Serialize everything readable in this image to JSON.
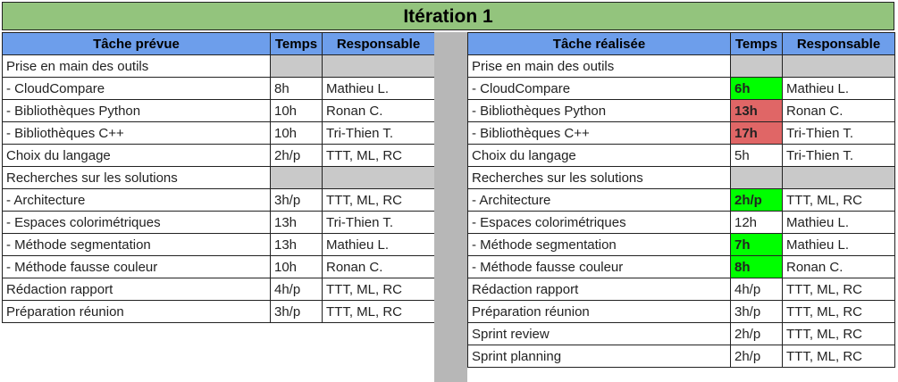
{
  "title": "Itération 1",
  "planned": {
    "headers": {
      "task": "Tâche prévue",
      "time": "Temps",
      "owner": "Responsable"
    },
    "rows": [
      {
        "task": "Prise en main des outils",
        "time": "",
        "owner": "",
        "sub": false,
        "group": true
      },
      {
        "task": "- CloudCompare",
        "time": "8h",
        "owner": "Mathieu L.",
        "sub": true
      },
      {
        "task": "- Bibliothèques Python",
        "time": "10h",
        "owner": "Ronan C.",
        "sub": true
      },
      {
        "task": "- Bibliothèques C++",
        "time": "10h",
        "owner": "Tri-Thien T.",
        "sub": true
      },
      {
        "task": "Choix du langage",
        "time": "2h/p",
        "owner": "TTT, ML, RC",
        "sub": false
      },
      {
        "task": "Recherches sur les solutions",
        "time": "",
        "owner": "",
        "sub": false,
        "group": true
      },
      {
        "task": "- Architecture",
        "time": "3h/p",
        "owner": "TTT, ML, RC",
        "sub": true
      },
      {
        "task": "- Espaces colorimétriques",
        "time": "13h",
        "owner": "Tri-Thien T.",
        "sub": true
      },
      {
        "task": "- Méthode segmentation",
        "time": "13h",
        "owner": "Mathieu L.",
        "sub": true
      },
      {
        "task": "- Méthode fausse couleur",
        "time": "10h",
        "owner": "Ronan C.",
        "sub": true
      },
      {
        "task": "Rédaction rapport",
        "time": "4h/p",
        "owner": "TTT, ML, RC",
        "sub": false
      },
      {
        "task": "Préparation réunion",
        "time": "3h/p",
        "owner": "TTT, ML, RC",
        "sub": false
      }
    ]
  },
  "actual": {
    "headers": {
      "task": "Tâche réalisée",
      "time": "Temps",
      "owner": "Responsable"
    },
    "rows": [
      {
        "task": "Prise en main des outils",
        "time": "",
        "owner": "",
        "sub": false,
        "group": true
      },
      {
        "task": "- CloudCompare",
        "time": "6h",
        "owner": "Mathieu L.",
        "sub": true,
        "status": "green"
      },
      {
        "task": "- Bibliothèques Python",
        "time": "13h",
        "owner": "Ronan C.",
        "sub": true,
        "status": "red"
      },
      {
        "task": "- Bibliothèques C++",
        "time": "17h",
        "owner": "Tri-Thien T.",
        "sub": true,
        "status": "red"
      },
      {
        "task": "Choix du langage",
        "time": "5h",
        "owner": "Tri-Thien T.",
        "sub": false
      },
      {
        "task": "Recherches sur les solutions",
        "time": "",
        "owner": "",
        "sub": false,
        "group": true
      },
      {
        "task": "- Architecture",
        "time": "2h/p",
        "owner": "TTT, ML, RC",
        "sub": true,
        "status": "green"
      },
      {
        "task": "- Espaces colorimétriques",
        "time": "12h",
        "owner": "Mathieu L.",
        "sub": true
      },
      {
        "task": "- Méthode segmentation",
        "time": "7h",
        "owner": "Mathieu L.",
        "sub": true,
        "status": "green"
      },
      {
        "task": "- Méthode fausse couleur",
        "time": "8h",
        "owner": "Ronan C.",
        "sub": true,
        "status": "green"
      },
      {
        "task": "Rédaction rapport",
        "time": "4h/p",
        "owner": "TTT, ML, RC",
        "sub": false
      },
      {
        "task": "Préparation réunion",
        "time": "3h/p",
        "owner": "TTT, ML, RC",
        "sub": false
      },
      {
        "task": "Sprint review",
        "time": "2h/p",
        "owner": "TTT, ML, RC",
        "sub": false
      },
      {
        "task": "Sprint planning",
        "time": "2h/p",
        "owner": "TTT, ML, RC",
        "sub": false
      }
    ]
  },
  "colors": {
    "header": "#6d9eeb",
    "title": "#93c47d",
    "over_budget": "#e06666",
    "under_budget": "#00ff00",
    "empty": "#c9c9c9"
  }
}
